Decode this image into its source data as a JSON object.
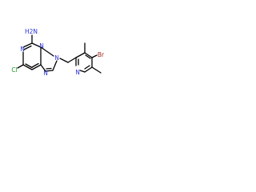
{
  "molecule": {
    "atoms": {
      "amine": "H2N",
      "chlorine": "Cl",
      "bromine": "Br",
      "purine_n1": "N",
      "purine_n3": "N",
      "purine_n7": "N",
      "purine_n9": "N",
      "pyridine_n": "N"
    },
    "colors": {
      "nitrogen": "#2a33d8",
      "chlorine": "#119a1a",
      "bromine": "#a3291d",
      "bond": "#000000"
    }
  }
}
